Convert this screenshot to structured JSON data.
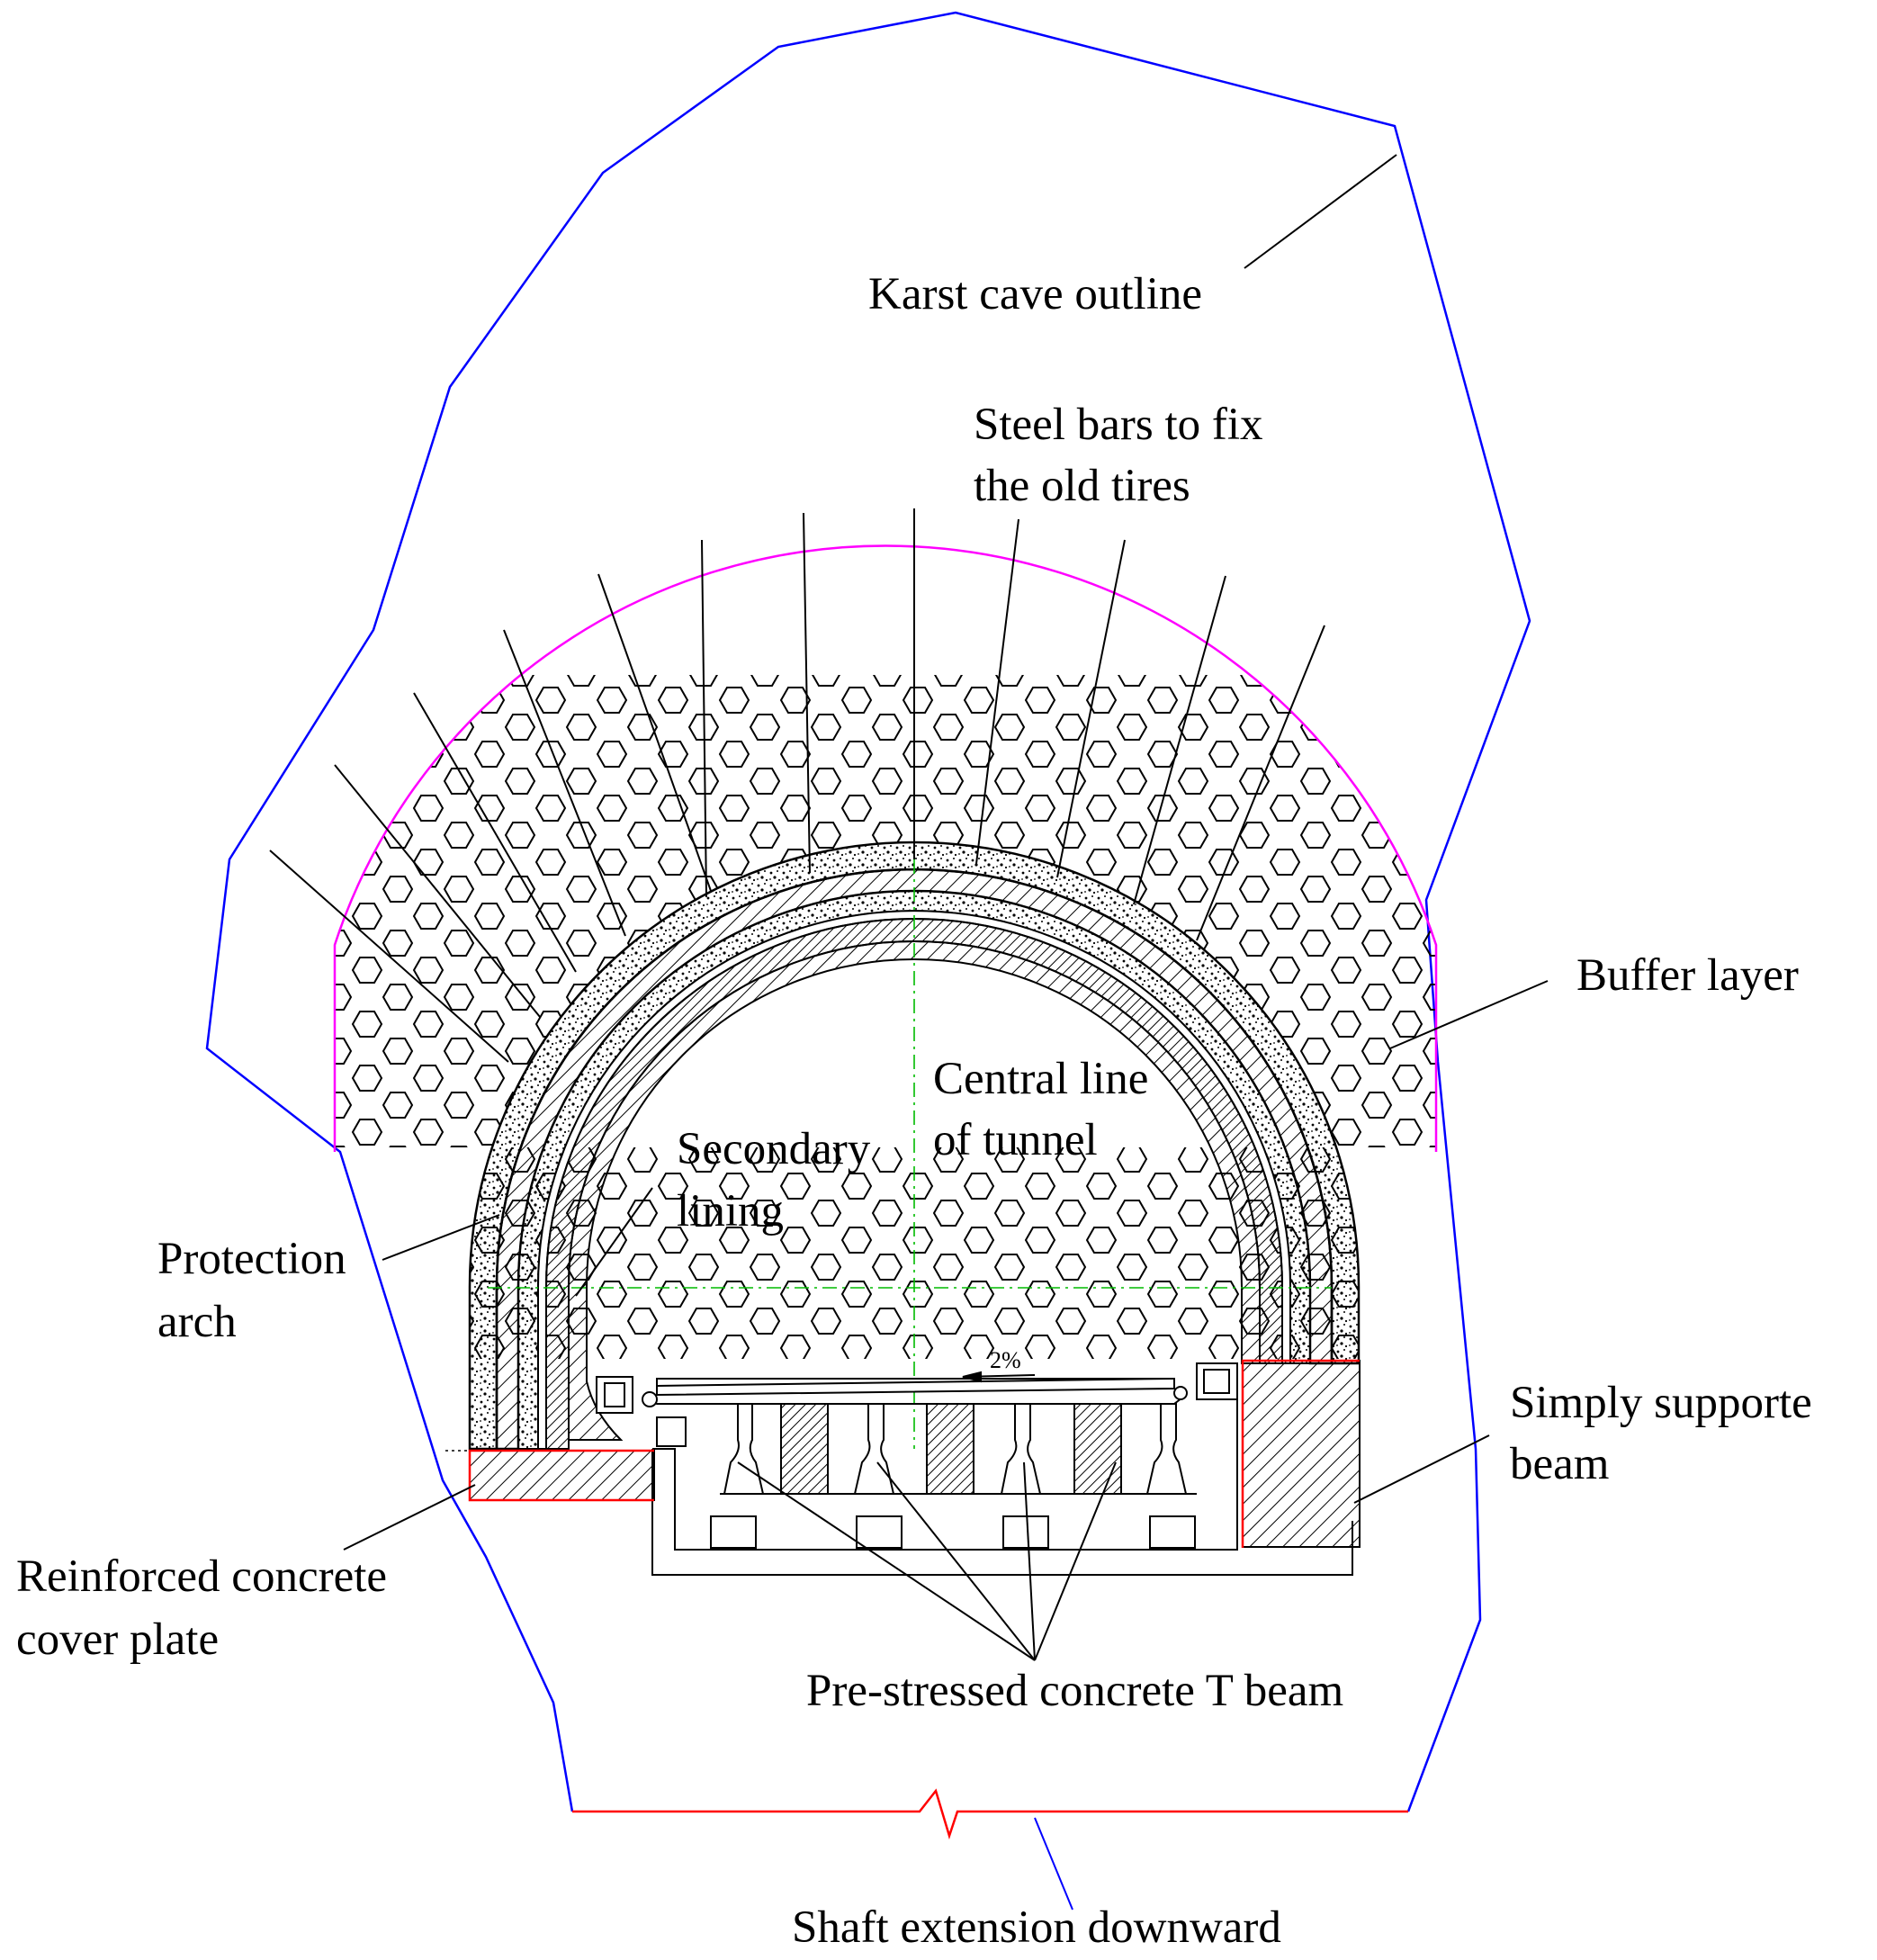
{
  "labels": {
    "karst_cave_outline": "Karst cave outline",
    "steel_bars_line1": "Steel bars to fix",
    "steel_bars_line2": "the old tires",
    "buffer_layer": "Buffer layer",
    "central_line_line1": "Central line",
    "central_line_line2": "of tunnel",
    "secondary_lining_line1": "Secondary",
    "secondary_lining_line2": "lining",
    "protection_arch_line1": "Protection",
    "protection_arch_line2": "arch",
    "simply_supported_line1": "Simply supporte",
    "simply_supported_line2": "beam",
    "cover_plate_line1": "Reinforced concrete",
    "cover_plate_line2": "cover plate",
    "t_beam": "Pre-stressed concrete T beam",
    "shaft_extension": "Shaft extension downward",
    "slope": "2%"
  },
  "colors": {
    "cave_outline": "#0000ff",
    "buffer_outline": "#ff00ff",
    "center_line": "#00bb00",
    "red_lines": "#ff0000",
    "ink": "#000000"
  }
}
